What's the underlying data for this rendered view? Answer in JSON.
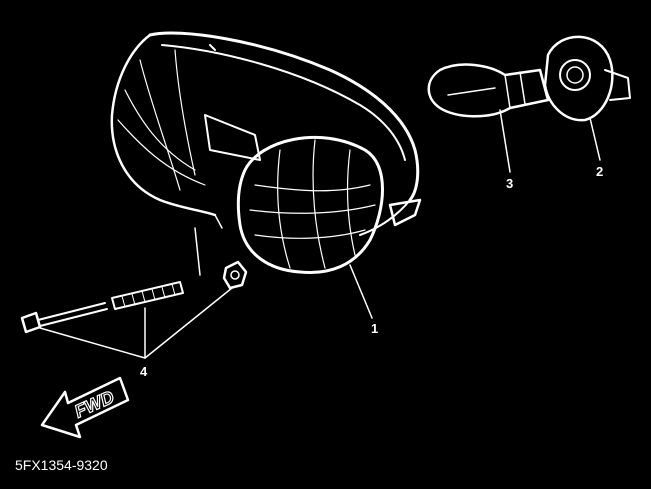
{
  "diagram": {
    "callouts": [
      {
        "id": "1",
        "label": "1"
      },
      {
        "id": "2",
        "label": "2"
      },
      {
        "id": "3",
        "label": "3"
      },
      {
        "id": "4",
        "label": "4"
      }
    ],
    "direction_arrow": "FWD",
    "part_code": "5FX1354-9320",
    "colors": {
      "background": "#000000",
      "lines": "#ffffff"
    }
  }
}
